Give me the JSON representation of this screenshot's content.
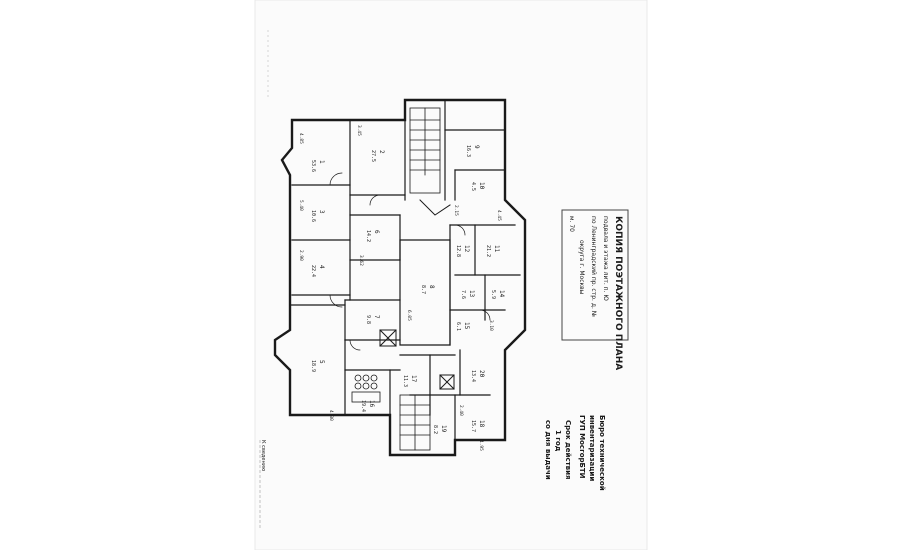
{
  "stamp": {
    "title": "КОПИЯ ПОЭТАЖНОГО ПЛАНА",
    "line1": "подвала и этажа  лит. п. Ю",
    "line2": "по  Ленинградский  пр.  стр.  д.  №",
    "line3": "округа г. Москвы",
    "line4": "м. 70"
  },
  "bureau": {
    "line1": "Бюро технической",
    "line2": "инвентаризации",
    "line3": "ГУП МосгорБТИ",
    "line4": "Срок действия",
    "line5": "1 год",
    "line6": "со дня выдачи"
  },
  "rooms": [
    {
      "id": "r1",
      "num": "1",
      "area": "53.6"
    },
    {
      "id": "r2",
      "num": "2",
      "area": "27.5"
    },
    {
      "id": "r3",
      "num": "3",
      "area": "10.6"
    },
    {
      "id": "r4",
      "num": "4",
      "area": "22.4"
    },
    {
      "id": "r5",
      "num": "5",
      "area": "18.9"
    },
    {
      "id": "r6",
      "num": "6",
      "area": "14.2"
    },
    {
      "id": "r7",
      "num": "7",
      "area": "9.8"
    },
    {
      "id": "r8",
      "num": "8",
      "area": "8.7"
    },
    {
      "id": "r9",
      "num": "9",
      "area": "16.3"
    },
    {
      "id": "r10",
      "num": "10",
      "area": "4.5"
    },
    {
      "id": "r11",
      "num": "11",
      "area": "21.2"
    },
    {
      "id": "r12",
      "num": "12",
      "area": "12.8"
    },
    {
      "id": "r13",
      "num": "13",
      "area": "7.6"
    },
    {
      "id": "r14",
      "num": "14",
      "area": "5.9"
    },
    {
      "id": "r15",
      "num": "15",
      "area": "6.1"
    },
    {
      "id": "r16",
      "num": "16",
      "area": "19.4"
    },
    {
      "id": "r17",
      "num": "17",
      "area": "11.3"
    },
    {
      "id": "r18",
      "num": "18",
      "area": "15.7"
    },
    {
      "id": "r19",
      "num": "19",
      "area": "8.2"
    },
    {
      "id": "r20",
      "num": "20",
      "area": "13.4"
    }
  ],
  "dimensions": [
    "4.85",
    "3.45",
    "5.40",
    "2.90",
    "4.30",
    "3.62",
    "2.15",
    "6.05",
    "4.45",
    "3.10",
    "2.40",
    "4.95"
  ],
  "side_note": "К сведению"
}
